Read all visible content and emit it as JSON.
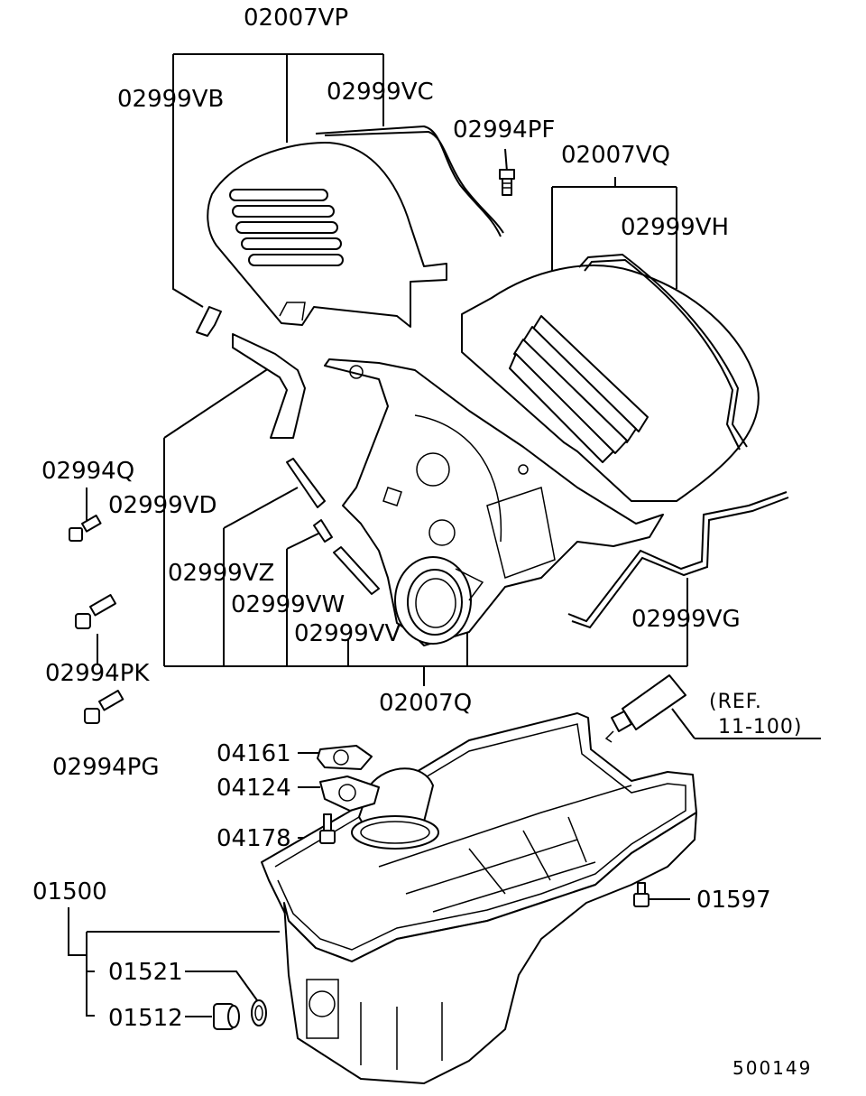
{
  "labels": {
    "p02007VP": "02007VP",
    "p02999VB": "02999VB",
    "p02999VC": "02999VC",
    "p02994PF": "02994PF",
    "p02007VQ": "02007VQ",
    "p02999VH": "02999VH",
    "p02994Q": "02994Q",
    "p02999VD": "02999VD",
    "p02999VZ": "02999VZ",
    "p02999VW": "02999VW",
    "p02999VV": "02999VV",
    "p02999VG": "02999VG",
    "p02994PK": "02994PK",
    "p02007Q": "02007Q",
    "p02994PG": "02994PG",
    "p04161": "04161",
    "p04124": "04124",
    "p04178": "04178",
    "p01500": "01500",
    "p01597": "01597",
    "p01521": "01521",
    "p01512": "01512"
  },
  "reference": {
    "line1": "(REF.",
    "line2": "11-100)"
  },
  "diagram_code": "500149"
}
